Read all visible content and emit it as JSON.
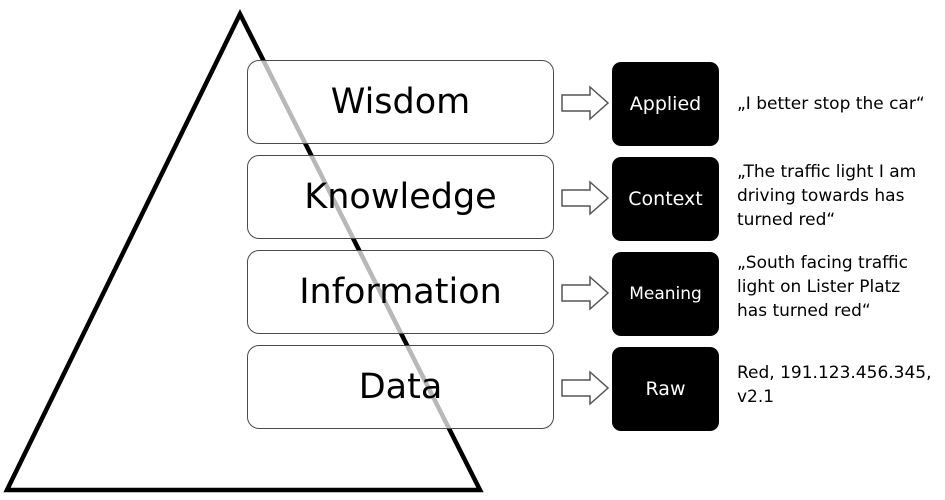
{
  "levels": [
    {
      "name": "Wisdom",
      "tag": "Applied",
      "example": "„I better stop the car“"
    },
    {
      "name": "Knowledge",
      "tag": "Context",
      "example": "„The traffic light I am\ndriving towards has\nturned red“"
    },
    {
      "name": "Information",
      "tag": "Meaning",
      "example": "„South facing traffic\nlight on Lister Platz\nhas turned red“"
    },
    {
      "name": "Data",
      "tag": "Raw",
      "example": "Red, 191.123.456.345,\nv2.1"
    }
  ],
  "colors": {
    "tag_background": "#000000",
    "tag_text": "#ffffff",
    "outline": "#000000"
  }
}
